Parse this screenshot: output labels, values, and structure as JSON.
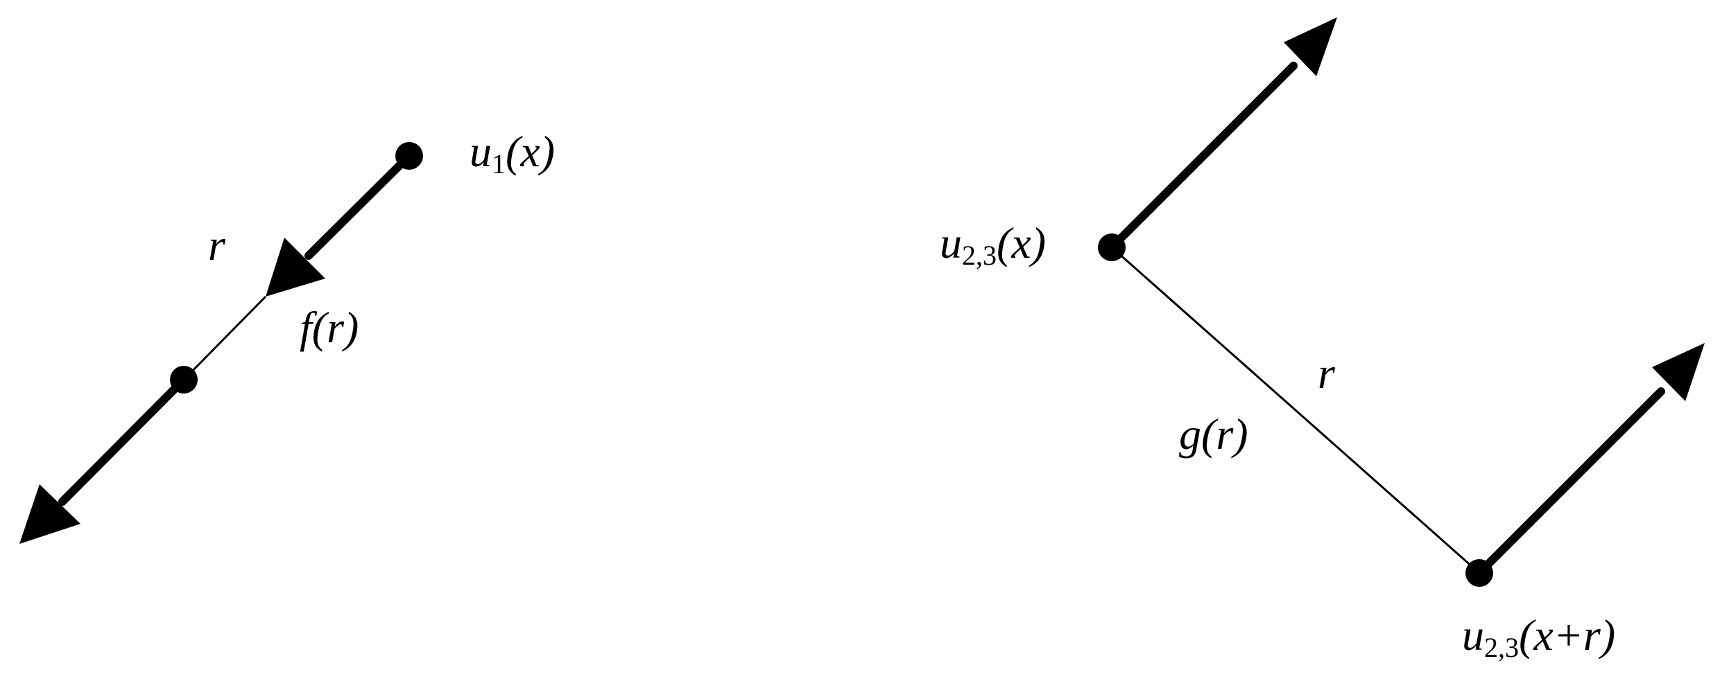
{
  "colors": {
    "ink": "#000000",
    "background": "#ffffff"
  },
  "left_panel": {
    "point_label": "u",
    "point_subscript": "1",
    "point_arg": "(x)",
    "separation_label": "r",
    "function_label": "f(r)"
  },
  "right_panel": {
    "point1_label": "u",
    "point1_subscript": "2,3",
    "point1_arg": "(x)",
    "point2_label": "u",
    "point2_subscript": "2,3",
    "point2_arg": "(x+r)",
    "separation_label": "r",
    "function_label": "g(r)"
  }
}
